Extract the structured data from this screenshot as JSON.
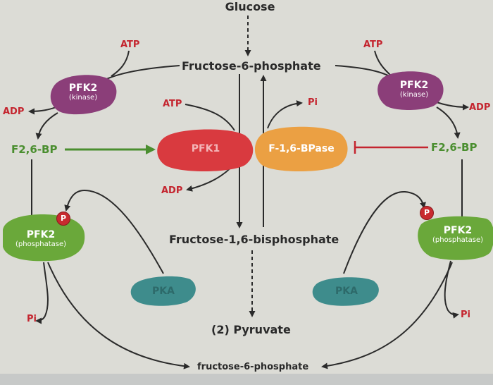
{
  "diagram": {
    "glucose": "Glucose",
    "f6p_top": "Fructose-6-phosphate",
    "f16bp": "Fructose-1,6-bisphosphate",
    "pyruvate": "(2) Pyruvate",
    "f6p_bottom": "fructose-6-phosphate",
    "pfk1": "PFK1",
    "fbpase": "F-1,6-BPase",
    "atp_pfk1": "ATP",
    "adp_pfk1": "ADP",
    "pi_fbpase": "Pi",
    "left": {
      "atp": "ATP",
      "adp": "ADP",
      "kinase_name": "PFK2",
      "kinase_sub": "(kinase)",
      "f26bp": "F2,6-BP",
      "phosphatase_name": "PFK2",
      "phosphatase_sub": "(phosphatase)",
      "p_badge": "P",
      "pi": "Pi",
      "pka": "PKA"
    },
    "right": {
      "atp": "ATP",
      "adp": "ADP",
      "kinase_name": "PFK2",
      "kinase_sub": "(kinase)",
      "f26bp": "F2,6-BP",
      "phosphatase_name": "PFK2",
      "phosphatase_sub": "(phosphatase)",
      "p_badge": "P",
      "pi": "Pi",
      "pka": "PKA"
    },
    "colors": {
      "kinase": "#8b3e79",
      "phosphatase": "#6aa83a",
      "pfk1": "#d93a3f",
      "fbpase": "#eba043",
      "pka": "#3e8c8c",
      "activation": "#4a8e2f",
      "inhibition": "#c4252f"
    }
  }
}
